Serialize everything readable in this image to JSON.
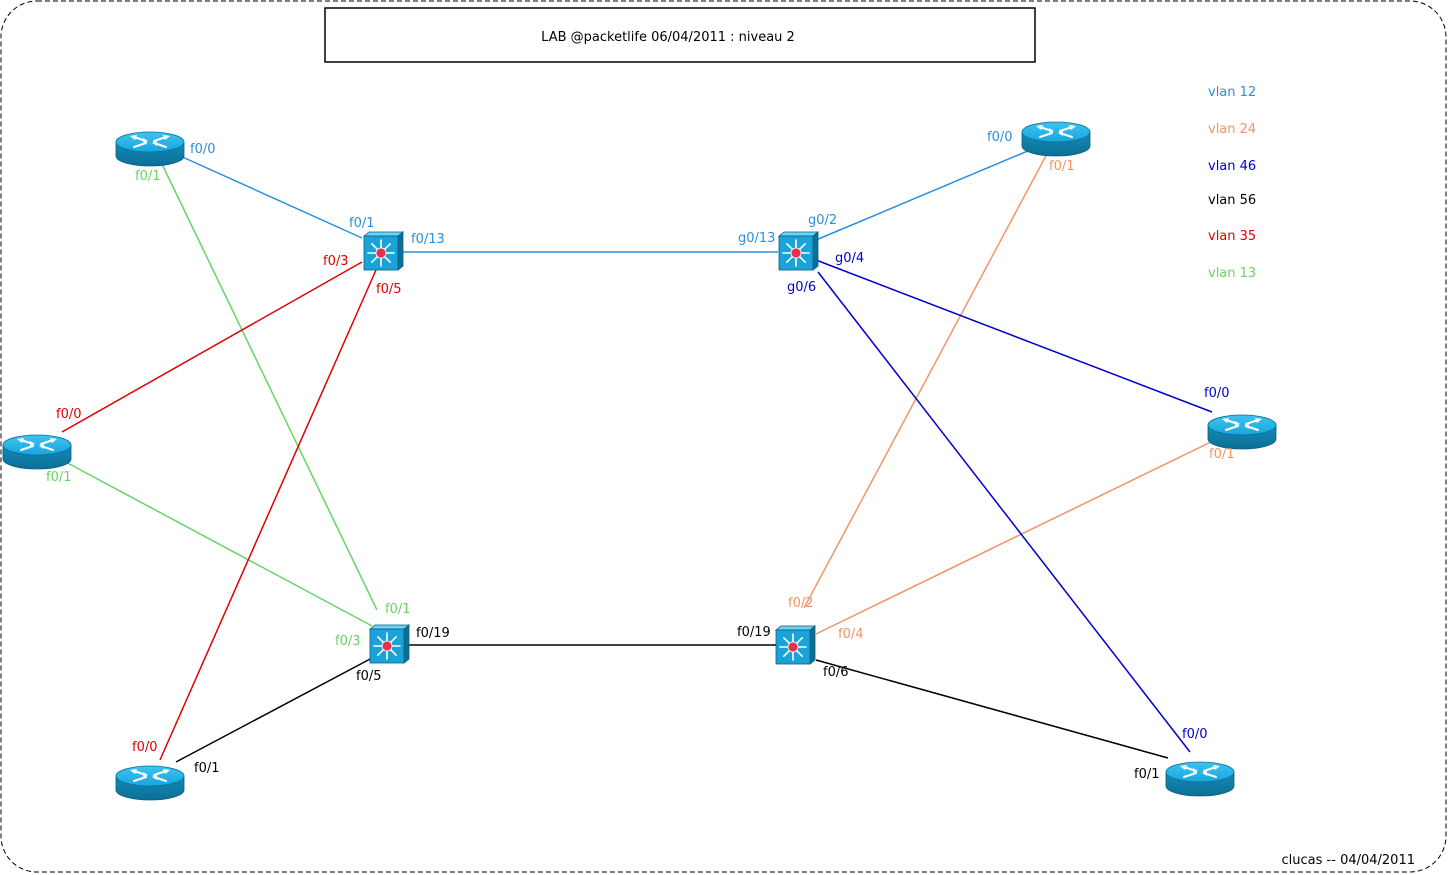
{
  "title": "LAB @packetlife 06/04/2011 : niveau 2",
  "footer": "clucas -- 04/04/2011",
  "colors": {
    "vlan12": "#2a8fe0",
    "vlan24": "#f0956a",
    "vlan46": "#0000cc",
    "vlan56": "#000000",
    "vlan35": "#e00000",
    "vlan13": "#66d466"
  },
  "legend": [
    {
      "label": "vlan 12",
      "color": "#2a8fe0"
    },
    {
      "label": "vlan 24",
      "color": "#f0956a"
    },
    {
      "label": "vlan 46",
      "color": "#0000cc"
    },
    {
      "label": "vlan 56",
      "color": "#000000"
    },
    {
      "label": "vlan 35",
      "color": "#e00000"
    },
    {
      "label": "vlan 13",
      "color": "#66d466"
    }
  ],
  "nodes": {
    "r_top_left": {
      "type": "router"
    },
    "r_mid_left": {
      "type": "router"
    },
    "r_bot_left": {
      "type": "router"
    },
    "r_top_right": {
      "type": "router"
    },
    "r_mid_right": {
      "type": "router"
    },
    "r_bot_right": {
      "type": "router"
    },
    "sw_tl": {
      "type": "switch"
    },
    "sw_tr": {
      "type": "switch"
    },
    "sw_bl": {
      "type": "switch"
    },
    "sw_br": {
      "type": "switch"
    }
  },
  "links": [
    {
      "from": "r_top_left",
      "to": "sw_tl",
      "vlan": "vlan12",
      "from_port": "f0/0",
      "to_port": "f0/1"
    },
    {
      "from": "r_top_left",
      "to": "sw_bl",
      "vlan": "vlan13",
      "from_port": "f0/1",
      "to_port": "f0/1"
    },
    {
      "from": "r_mid_left",
      "to": "sw_tl",
      "vlan": "vlan35",
      "from_port": "f0/0",
      "to_port": "f0/3"
    },
    {
      "from": "r_mid_left",
      "to": "sw_bl",
      "vlan": "vlan13",
      "from_port": "f0/1",
      "to_port": "f0/3"
    },
    {
      "from": "r_bot_left",
      "to": "sw_tl",
      "vlan": "vlan35",
      "from_port": "f0/0",
      "to_port": "f0/5"
    },
    {
      "from": "r_bot_left",
      "to": "sw_bl",
      "vlan": "vlan56",
      "from_port": "f0/1",
      "to_port": "f0/5"
    },
    {
      "from": "sw_tl",
      "to": "sw_tr",
      "vlan": "vlan12",
      "from_port": "f0/13",
      "to_port": "g0/13"
    },
    {
      "from": "sw_bl",
      "to": "sw_br",
      "vlan": "vlan56",
      "from_port": "f0/19",
      "to_port": "f0/19"
    },
    {
      "from": "r_top_right",
      "to": "sw_tr",
      "vlan": "vlan12",
      "from_port": "f0/0",
      "to_port": "g0/2"
    },
    {
      "from": "r_top_right",
      "to": "sw_br",
      "vlan": "vlan24",
      "from_port": "f0/1",
      "to_port": "f0/2"
    },
    {
      "from": "r_mid_right",
      "to": "sw_tr",
      "vlan": "vlan46",
      "from_port": "f0/0",
      "to_port": "g0/4"
    },
    {
      "from": "r_mid_right",
      "to": "sw_br",
      "vlan": "vlan24",
      "from_port": "f0/1",
      "to_port": "f0/4"
    },
    {
      "from": "r_bot_right",
      "to": "sw_tr",
      "vlan": "vlan46",
      "from_port": "f0/0",
      "to_port": "g0/6"
    },
    {
      "from": "r_bot_right",
      "to": "sw_br",
      "vlan": "vlan56",
      "from_port": "f0/1",
      "to_port": "f0/6"
    }
  ]
}
